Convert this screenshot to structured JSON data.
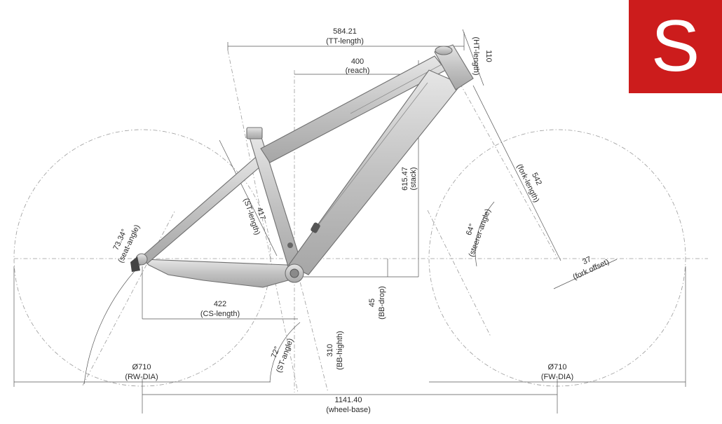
{
  "size": "S",
  "colors": {
    "badge": "#cc1c1c",
    "frame": "#b7b7b7",
    "lines": "#555555"
  },
  "labels": {
    "tt_value": "584.21",
    "tt_name": "(TT-length)",
    "ht_value": "110",
    "ht_name": "(HT-length)",
    "reach_value": "400",
    "reach_name": "(reach)",
    "stack_value": "615.47",
    "stack_name": "(stack)",
    "fork_value": "542",
    "fork_name": "(fork-length)",
    "offset_value": "37",
    "offset_name": "(fork offset)",
    "steer_value": "64°",
    "steer_name": "(steerer-angle)",
    "seat_value": "73.34°",
    "seat_name": "(seat-angle)",
    "st_value": "417",
    "st_name": "(ST-length)",
    "cs_value": "422",
    "cs_name": "(CS-length)",
    "bbdrop_value": "45",
    "bbdrop_name": "(BB-drop)",
    "bbh_value": "310",
    "bbh_name": "(BB-highth)",
    "sta_value": "72°",
    "sta_name": "(ST-angle)",
    "rw_value": "Ø710",
    "rw_name": "(RW-DIA)",
    "fw_value": "Ø710",
    "fw_name": "(FW-DIA)",
    "wb_value": "1141.40",
    "wb_name": "(wheel-base)"
  }
}
